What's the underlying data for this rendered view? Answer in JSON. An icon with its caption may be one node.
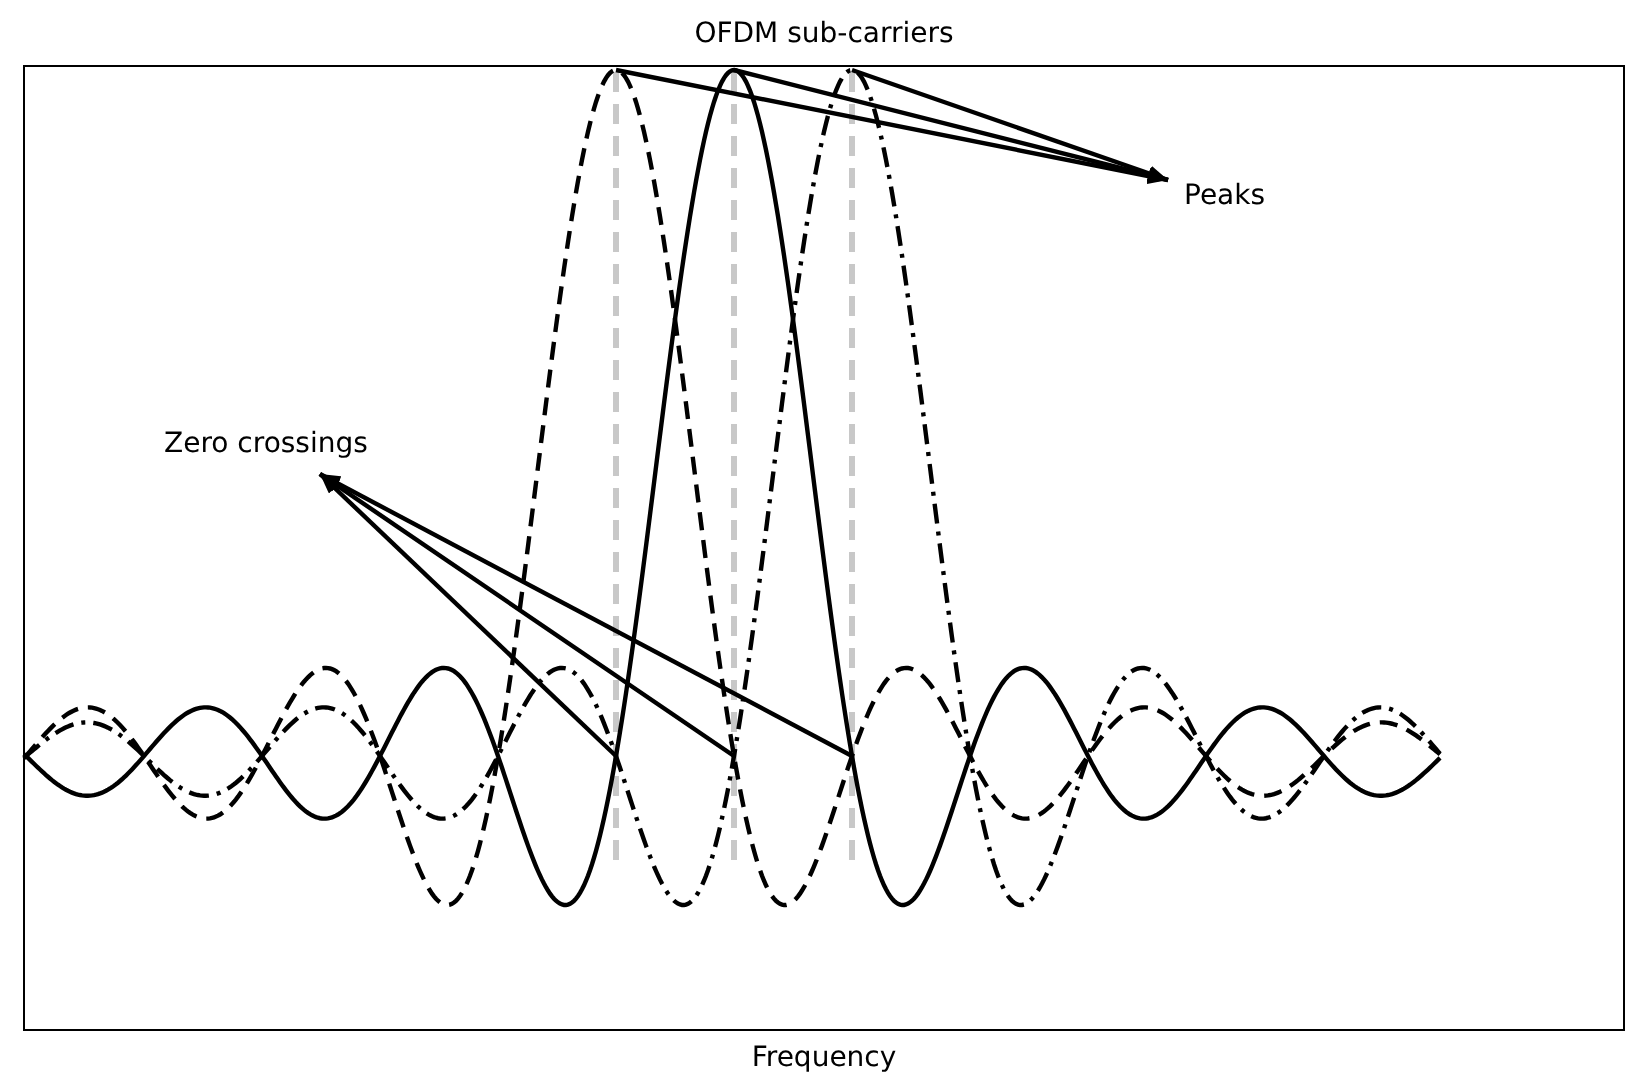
{
  "diagram": {
    "title": "OFDM sub-carriers",
    "nodes": [
      {
        "text": [
          "Peaks"
        ]
      },
      {
        "text": [
          "Zero crossings"
        ]
      }
    ],
    "edges": [
      {
        "from": null,
        "to": 0,
        "arrow": "to"
      },
      {
        "from": null,
        "to": 0,
        "arrow": "to"
      },
      {
        "from": null,
        "to": 0,
        "arrow": "to"
      },
      {
        "from": null,
        "to": 1,
        "arrow": "to"
      },
      {
        "from": null,
        "to": 1,
        "arrow": "to"
      },
      {
        "from": null,
        "to": 1,
        "arrow": "to"
      }
    ],
    "labels": [
      "Frequency"
    ]
  }
}
